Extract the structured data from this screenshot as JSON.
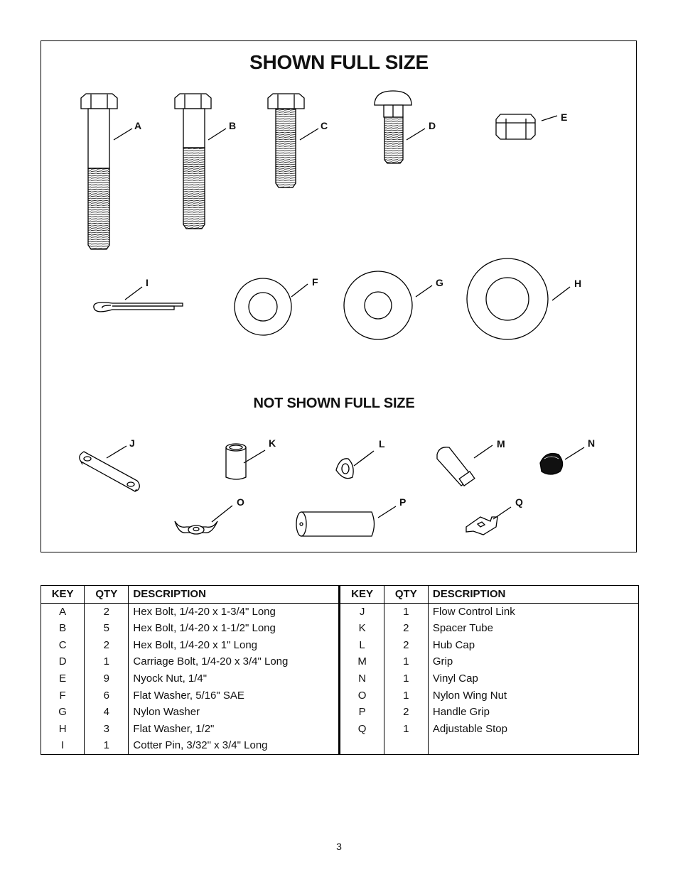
{
  "headings": {
    "shown_full_size": "SHOWN FULL SIZE",
    "not_shown_full_size": "NOT SHOWN FULL SIZE"
  },
  "callouts": [
    "A",
    "B",
    "C",
    "D",
    "E",
    "I",
    "F",
    "G",
    "H",
    "J",
    "K",
    "L",
    "M",
    "N",
    "O",
    "P",
    "Q"
  ],
  "table": {
    "headers": [
      "KEY",
      "QTY",
      "DESCRIPTION",
      "KEY",
      "QTY",
      "DESCRIPTION"
    ],
    "rows": [
      [
        "A",
        "2",
        "Hex Bolt, 1/4-20 x 1-3/4\" Long",
        "J",
        "1",
        "Flow Control Link"
      ],
      [
        "B",
        "5",
        "Hex Bolt, 1/4-20 x 1-1/2\" Long",
        "K",
        "2",
        "Spacer Tube"
      ],
      [
        "C",
        "2",
        "Hex Bolt, 1/4-20 x 1\" Long",
        "L",
        "2",
        "Hub Cap"
      ],
      [
        "D",
        "1",
        "Carriage Bolt, 1/4-20 x 3/4\" Long",
        "M",
        "1",
        "Grip"
      ],
      [
        "E",
        "9",
        "Nyock Nut, 1/4\"",
        "N",
        "1",
        "Vinyl Cap"
      ],
      [
        "F",
        "6",
        "Flat Washer, 5/16\" SAE",
        "O",
        "1",
        "Nylon Wing Nut"
      ],
      [
        "G",
        "4",
        "Nylon Washer",
        "P",
        "2",
        "Handle Grip"
      ],
      [
        "H",
        "3",
        "Flat Washer, 1/2\"",
        "Q",
        "1",
        "Adjustable Stop"
      ],
      [
        "I",
        "1",
        "Cotter Pin, 3/32\" x 3/4\" Long",
        "",
        "",
        ""
      ]
    ]
  },
  "page_number": "3"
}
